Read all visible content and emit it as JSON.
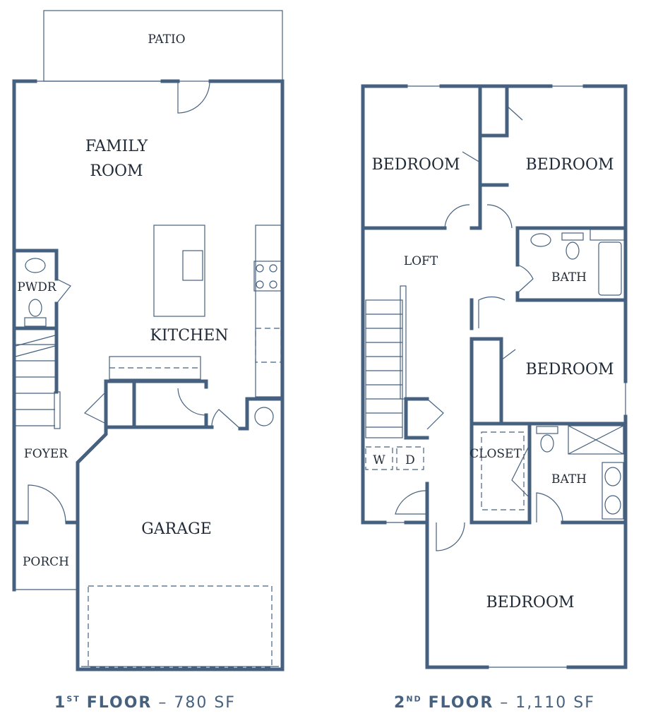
{
  "floor1": {
    "rooms": {
      "patio": "PATIO",
      "family": "FAMILY",
      "family2": "ROOM",
      "kitchen": "KITCHEN",
      "pwdr": "PWDR",
      "foyer": "FOYER",
      "porch": "PORCH",
      "garage": "GARAGE"
    },
    "caption": {
      "num": "1",
      "suffix": "ST",
      "floor": "FLOOR",
      "area": "– 780 SF"
    }
  },
  "floor2": {
    "rooms": {
      "bed1": "BEDROOM",
      "bed2": "BEDROOM",
      "loft": "LOFT",
      "bath1": "BATH",
      "bed3": "BEDROOM",
      "closet": "CLOSET",
      "bath2": "BATH",
      "bed4": "BEDROOM",
      "washer": "W",
      "dryer": "D"
    },
    "caption": {
      "num": "2",
      "suffix": "ND",
      "floor": "FLOOR",
      "area": "– 1,110 SF"
    }
  },
  "colors": {
    "wall": "#45617f",
    "text": "#1f2a36"
  }
}
